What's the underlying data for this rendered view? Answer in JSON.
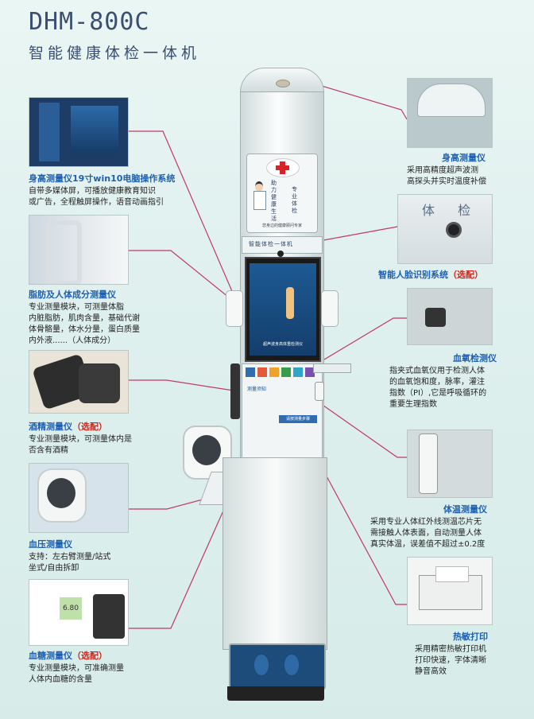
{
  "header": {
    "model": "DHM-800C",
    "subtitle": "智能健康体检一体机"
  },
  "machine": {
    "panel_line1": "助力健康生活",
    "panel_line2": "专业体检",
    "panel_footer": "您身边的健康顾问专家",
    "band_text": "智能体检一体机",
    "screen_text": "超声波身高体重检测仪",
    "lower_title": "测量须知",
    "lower_btn": "请按测量步骤",
    "notice_title": "警告"
  },
  "features": {
    "height_os": {
      "title": "身高测量仪19寸win10电脑操作系统",
      "desc": [
        "自带多媒体屏，可播放健康教育知识",
        "或广告，全程触屏操作，语音动画指引"
      ]
    },
    "body_fat": {
      "title": "脂肪及人体成分测量仪",
      "desc": [
        "专业测量模块，可测量体脂",
        "内脏脂肪，肌肉含量，基础代谢",
        "体骨骼量，体水分量，蛋白质量",
        "内外液......（人体成分）"
      ]
    },
    "alcohol": {
      "title": "酒精测量仪",
      "opt": "（选配）",
      "desc": [
        "专业测量模块，可测量体内是",
        "否含有酒精"
      ]
    },
    "blood_pressure": {
      "title": "血压测量仪",
      "desc": [
        "支持：左右臂测量/站式",
        "坐式/自由拆卸"
      ]
    },
    "blood_sugar": {
      "title": "血糖测量仪",
      "opt": "（选配）",
      "meter": "6.80",
      "desc": [
        "专业测量模块，可准确测量",
        "人体内血糖的含量"
      ]
    },
    "height_meter": {
      "title": "身高测量仪",
      "desc": [
        "采用高精度超声波测",
        "高探头并实时温度补偿"
      ]
    },
    "face": {
      "title": "智能人脸识别系统",
      "opt": "（选配）",
      "sign": "体 检"
    },
    "oxygen": {
      "title": "血氧检测仪",
      "desc": [
        "指夹式血氧仪用于检测人体",
        "的血氧饱和度，脉率，灌注",
        "指数（PI）,它是呼吸循环的",
        "重要生理指数"
      ]
    },
    "temperature": {
      "title": "体温测量仪",
      "desc": [
        "采用专业人体红外线测温芯片无",
        "需接触人体表面，自动测量人体",
        "真实体温，误差值不超过±0.2度"
      ]
    },
    "printer": {
      "title": "热敏打印",
      "desc": [
        "采用精密热敏打印机",
        "打印快速，字体清晰",
        "静音高效"
      ]
    }
  },
  "colors": {
    "title_blue": "#1f5fb0",
    "optional_red": "#d0251d",
    "leader_pink": "#c0386a",
    "model_navy": "#3a4f72"
  }
}
